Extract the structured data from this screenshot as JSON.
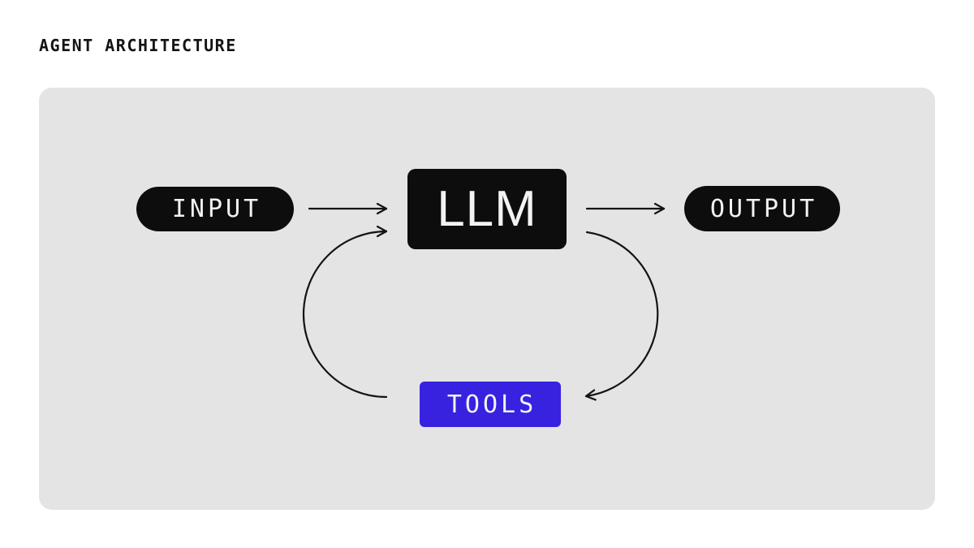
{
  "page": {
    "title": "AGENT ARCHITECTURE"
  },
  "colors": {
    "page": "#ffffff",
    "canvas": "#e4e4e4",
    "node": "#0d0d0d",
    "node_text": "#f2f2f2",
    "accent": "#3722e0",
    "ink": "#141414"
  },
  "diagram": {
    "nodes": {
      "input": {
        "label": "INPUT"
      },
      "llm": {
        "label": "LLM"
      },
      "output": {
        "label": "OUTPUT"
      },
      "tools": {
        "label": "TOOLS"
      }
    },
    "edges": [
      {
        "from": "input",
        "to": "llm",
        "style": "straight"
      },
      {
        "from": "llm",
        "to": "output",
        "style": "straight"
      },
      {
        "from": "llm",
        "to": "tools",
        "style": "curved"
      },
      {
        "from": "tools",
        "to": "llm",
        "style": "curved"
      }
    ]
  }
}
